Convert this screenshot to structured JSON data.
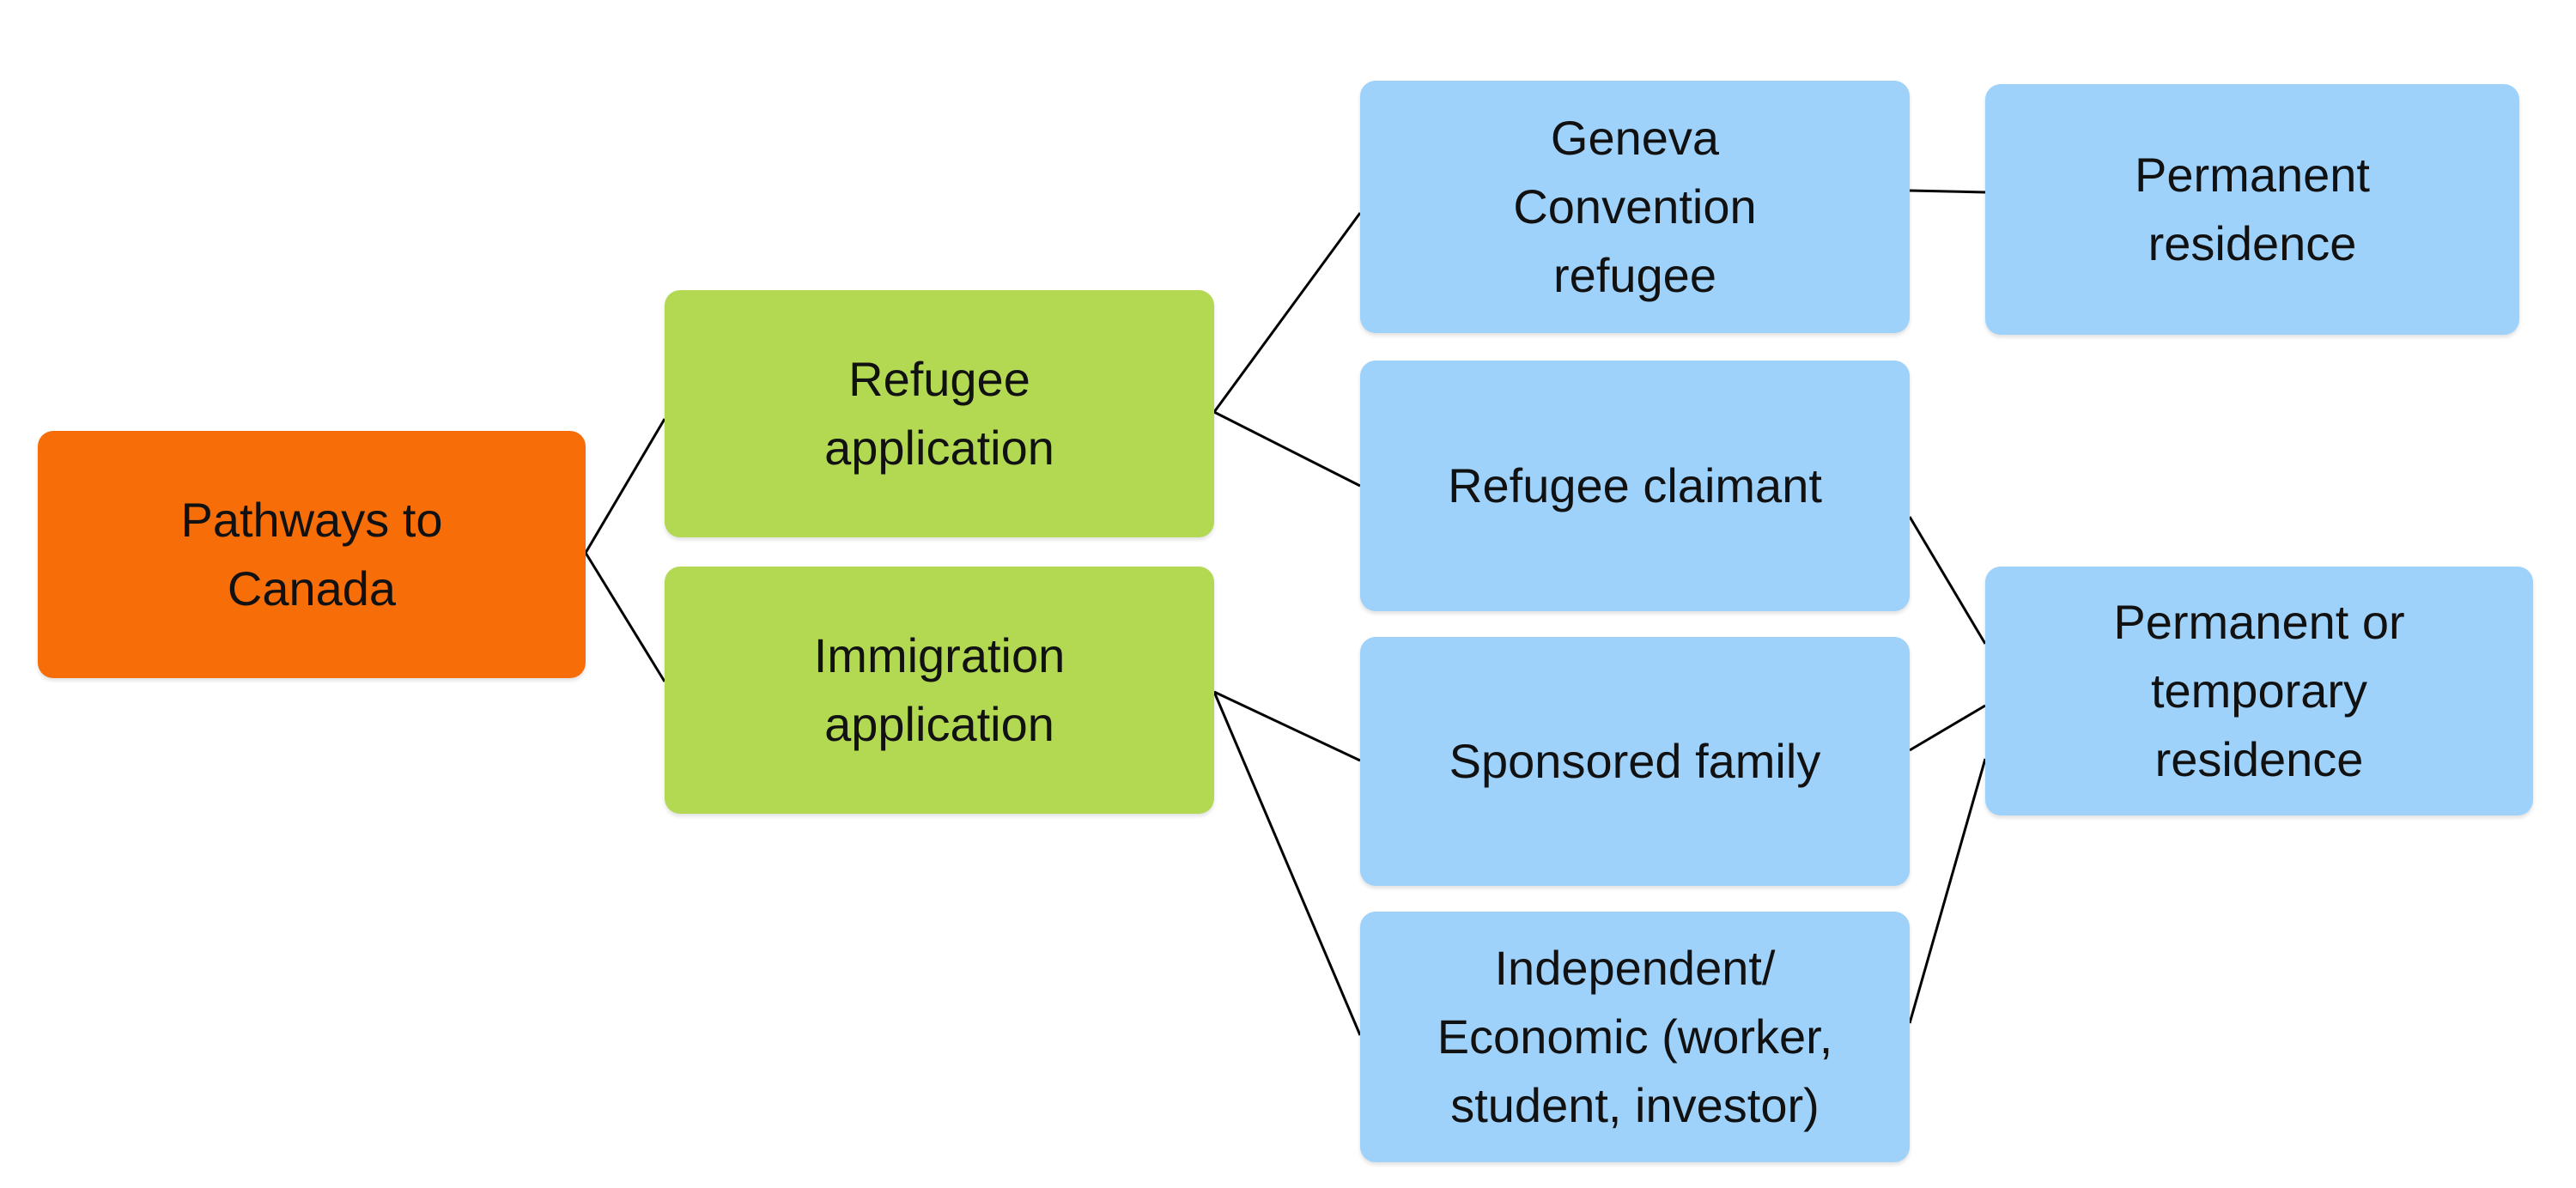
{
  "colors": {
    "root": "#f76e08",
    "application": "#b3d953",
    "outcome": "#9fd2fb",
    "connector": "#000000"
  },
  "nodes": {
    "root": "Pathways to\nCanada",
    "refugee_application": "Refugee\napplication",
    "immigration_application": "Immigration\napplication",
    "geneva_refugee": "Geneva\nConvention\nrefugee",
    "refugee_claimant": "Refugee claimant",
    "sponsored_family": "Sponsored family",
    "independent_economic": "Independent/\nEconomic (worker,\nstudent, investor)",
    "permanent_residence": "Permanent\nresidence",
    "permanent_or_temporary": "Permanent or\ntemporary\nresidence"
  },
  "edges": [
    [
      "root",
      "refugee_application"
    ],
    [
      "root",
      "immigration_application"
    ],
    [
      "refugee_application",
      "geneva_refugee"
    ],
    [
      "refugee_application",
      "refugee_claimant"
    ],
    [
      "immigration_application",
      "sponsored_family"
    ],
    [
      "immigration_application",
      "independent_economic"
    ],
    [
      "geneva_refugee",
      "permanent_residence"
    ],
    [
      "refugee_claimant",
      "permanent_or_temporary"
    ],
    [
      "sponsored_family",
      "permanent_or_temporary"
    ],
    [
      "independent_economic",
      "permanent_or_temporary"
    ]
  ]
}
